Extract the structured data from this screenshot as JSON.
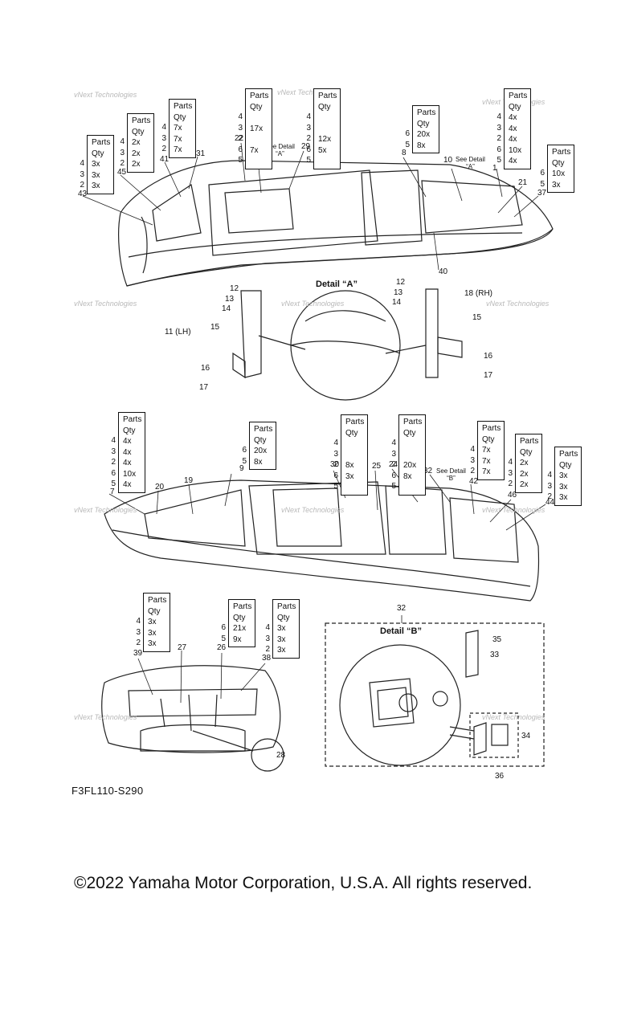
{
  "diagram_code": "F3FL110-S290",
  "copyright": "©2022 Yamaha Motor Corporation, U.S.A. All rights reserved.",
  "watermark": "vNext Technologies",
  "header_parts": "Parts",
  "header_qty": "Qty",
  "detail_a_title": "Detail “A”",
  "detail_b_title": "Detail “B”",
  "see_detail_a": "See Detail\n“A”",
  "see_detail_b": "See Detail\n“B”",
  "labels": {
    "c1": "1",
    "c7": "7",
    "c8": "8",
    "c9": "9",
    "c10": "10",
    "c11": "11 (LH)",
    "c12a": "12",
    "c12b": "12",
    "c13a": "13",
    "c13b": "13",
    "c14a": "14",
    "c14b": "14",
    "c15a": "15",
    "c15b": "15",
    "c16a": "16",
    "c16b": "16",
    "c17a": "17",
    "c17b": "17",
    "c18": "18 (RH)",
    "c19": "19",
    "c20": "20",
    "c21": "21",
    "c22": "22",
    "c23": "23",
    "c24": "24",
    "c25": "25",
    "c26": "26",
    "c27": "27",
    "c28": "28",
    "c29": "29",
    "c30": "30",
    "c31": "31",
    "c32a": "32",
    "c32b": "32",
    "c33": "33",
    "c34": "34",
    "c35": "35",
    "c36": "36",
    "c37": "37",
    "c38": "38",
    "c39": "39",
    "c40": "40",
    "c41": "41",
    "c42": "42",
    "c43": "43",
    "c44": "44",
    "c45": "45",
    "c46": "46"
  },
  "qty_tables": [
    {
      "id": "t43",
      "rows": [
        "4",
        "3",
        "2"
      ],
      "qty": [
        "3x",
        "3x",
        "3x"
      ]
    },
    {
      "id": "t45",
      "rows": [
        "4",
        "3",
        "2"
      ],
      "qty": [
        "2x",
        "2x",
        "2x"
      ]
    },
    {
      "id": "t41",
      "rows": [
        "4",
        "3",
        "2"
      ],
      "qty": [
        "7x",
        "7x",
        "7x"
      ]
    },
    {
      "id": "t22",
      "rows": [
        "4",
        "3",
        "2",
        "6",
        "5"
      ],
      "qty": [
        "",
        "17x",
        "",
        "7x",
        ""
      ]
    },
    {
      "id": "t29",
      "rows": [
        "4",
        "3",
        "2",
        "6",
        "5"
      ],
      "qty": [
        "",
        "",
        "12x",
        "5x",
        ""
      ]
    },
    {
      "id": "t8",
      "rows": [
        "6",
        "5"
      ],
      "qty": [
        "20x",
        "8x"
      ]
    },
    {
      "id": "t1",
      "rows": [
        "4",
        "3",
        "2",
        "6",
        "5"
      ],
      "qty": [
        "4x",
        "4x",
        "4x",
        "10x",
        "4x"
      ]
    },
    {
      "id": "t37",
      "rows": [
        "6",
        "5"
      ],
      "qty": [
        "10x",
        "3x"
      ]
    },
    {
      "id": "t7",
      "rows": [
        "4",
        "3",
        "2",
        "6",
        "5"
      ],
      "qty": [
        "4x",
        "4x",
        "4x",
        "10x",
        "4x"
      ]
    },
    {
      "id": "t9",
      "rows": [
        "6",
        "5"
      ],
      "qty": [
        "20x",
        "8x"
      ]
    },
    {
      "id": "t30",
      "rows": [
        "4",
        "3",
        "2",
        "6",
        "5"
      ],
      "qty": [
        "",
        "",
        "8x",
        "3x",
        ""
      ]
    },
    {
      "id": "t24",
      "rows": [
        "4",
        "3",
        "2",
        "6",
        "5"
      ],
      "qty": [
        "",
        "",
        "20x",
        "8x",
        ""
      ]
    },
    {
      "id": "t42",
      "rows": [
        "4",
        "3",
        "2"
      ],
      "qty": [
        "7x",
        "7x",
        "7x"
      ]
    },
    {
      "id": "t46",
      "rows": [
        "4",
        "3",
        "2"
      ],
      "qty": [
        "2x",
        "2x",
        "2x"
      ]
    },
    {
      "id": "t44",
      "rows": [
        "4",
        "3",
        "2"
      ],
      "qty": [
        "3x",
        "3x",
        "3x"
      ]
    },
    {
      "id": "t39",
      "rows": [
        "4",
        "3",
        "2"
      ],
      "qty": [
        "3x",
        "3x",
        "3x"
      ]
    },
    {
      "id": "t26",
      "rows": [
        "6",
        "5"
      ],
      "qty": [
        "21x",
        "9x"
      ]
    },
    {
      "id": "t38",
      "rows": [
        "4",
        "3",
        "2"
      ],
      "qty": [
        "3x",
        "3x",
        "3x"
      ]
    }
  ],
  "colors": {
    "line": "#222222",
    "watermark": "#b9b9b9",
    "fill": "#f4f4f4"
  }
}
